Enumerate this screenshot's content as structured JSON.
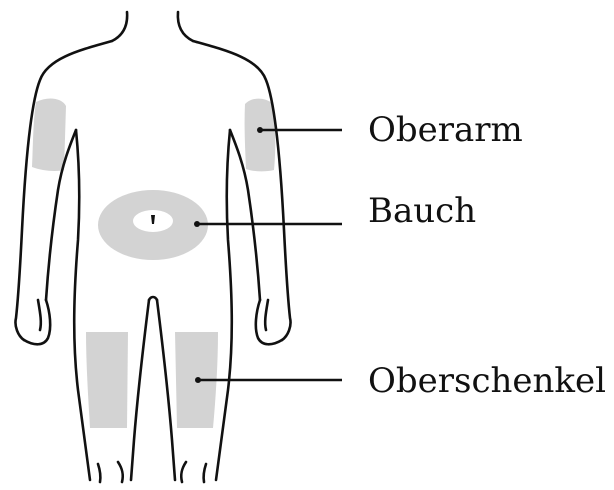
{
  "labels": {
    "upper_arm": "Oberarm",
    "abdomen": "Bauch",
    "thigh": "Oberschenkel"
  },
  "colors": {
    "outline": "#111111",
    "injection_zone": "#d3d3d3",
    "background": "#ffffff"
  }
}
